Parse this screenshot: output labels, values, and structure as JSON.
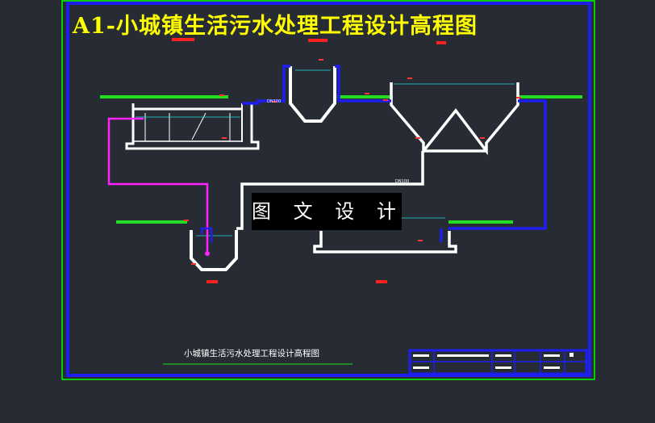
{
  "drawing": {
    "title": "A1-小城镇生活污水处理工程设计高程图",
    "watermark": "图 文 设 计",
    "subtitle": "小城镇生活污水处理工程设计高程图",
    "pipe_label_1": "DN100",
    "pipe_label_2": "DN100"
  },
  "colors": {
    "background": "#262b34",
    "outer_frame": "#00ff00",
    "inner_frame": "#1e1ef0",
    "structure": "#ffffff",
    "ground_line": "#22dd22",
    "pipe_blue": "#1e1ef0",
    "pipe_magenta": "#ff22ff",
    "elevation_mark": "#ff2020",
    "title": "#ffff00"
  }
}
